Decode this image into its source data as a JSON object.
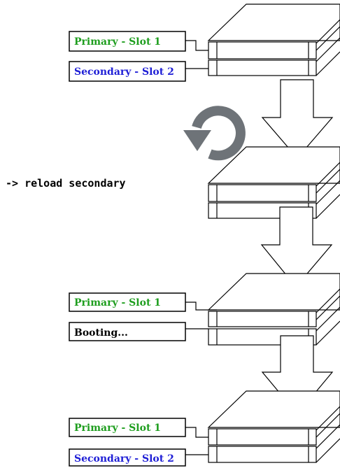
{
  "colors": {
    "primary": "#1f9e1f",
    "secondary": "#1f1fd6",
    "booting": "#000000",
    "reload_icon": "#6e7378",
    "line": "#000000"
  },
  "stage1": {
    "primary_label": "Primary - Slot 1",
    "secondary_label": "Secondary - Slot 2"
  },
  "stage2": {
    "command": "-> reload secondary",
    "icon": "reload-icon"
  },
  "stage3": {
    "primary_label": "Primary - Slot 1",
    "booting_label": "Booting..."
  },
  "stage4": {
    "primary_label": "Primary - Slot 1",
    "secondary_label": "Secondary - Slot 2"
  }
}
